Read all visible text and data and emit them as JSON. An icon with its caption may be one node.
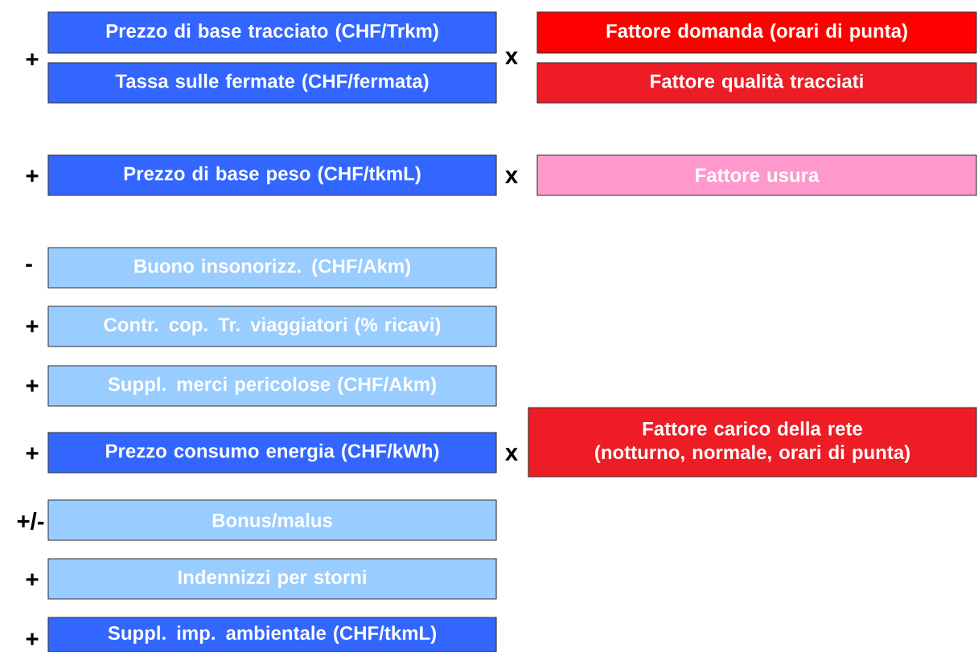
{
  "diagram": {
    "nodes": [
      {
        "text": [
          "Prezzo di base tracciato (CHF/Trkm)"
        ]
      },
      {
        "text": [
          "Tassa sulle fermate (CHF/fermata)"
        ]
      },
      {
        "text": [
          "Fattore domanda (orari di punta)"
        ]
      },
      {
        "text": [
          "Fattore qualità tracciati"
        ]
      },
      {
        "text": [
          "Prezzo di base peso (CHF/tkmL)"
        ]
      },
      {
        "text": [
          "Fattore usura"
        ]
      },
      {
        "text": [
          "Buono insonorizz. (CHF/Akm)"
        ]
      },
      {
        "text": [
          "Contr. cop. Tr. viaggiatori (% ricavi)"
        ]
      },
      {
        "text": [
          "Suppl. merci pericolose (CHF/Akm)"
        ]
      },
      {
        "text": [
          "Prezzo consumo energia (CHF/kWh)"
        ]
      },
      {
        "text": [
          "Fattore carico della rete (notturno, normale, orari di punta)"
        ]
      },
      {
        "text": [
          "Bonus/malus"
        ]
      },
      {
        "text": [
          "Indennizzi per storni"
        ]
      },
      {
        "text": [
          "Suppl. imp. ambientale (CHF/tkmL)"
        ]
      }
    ],
    "labels": [
      "+",
      "x",
      "+",
      "x",
      "-",
      "+",
      "+",
      "+",
      "x",
      "+/-",
      "+",
      "+"
    ]
  }
}
